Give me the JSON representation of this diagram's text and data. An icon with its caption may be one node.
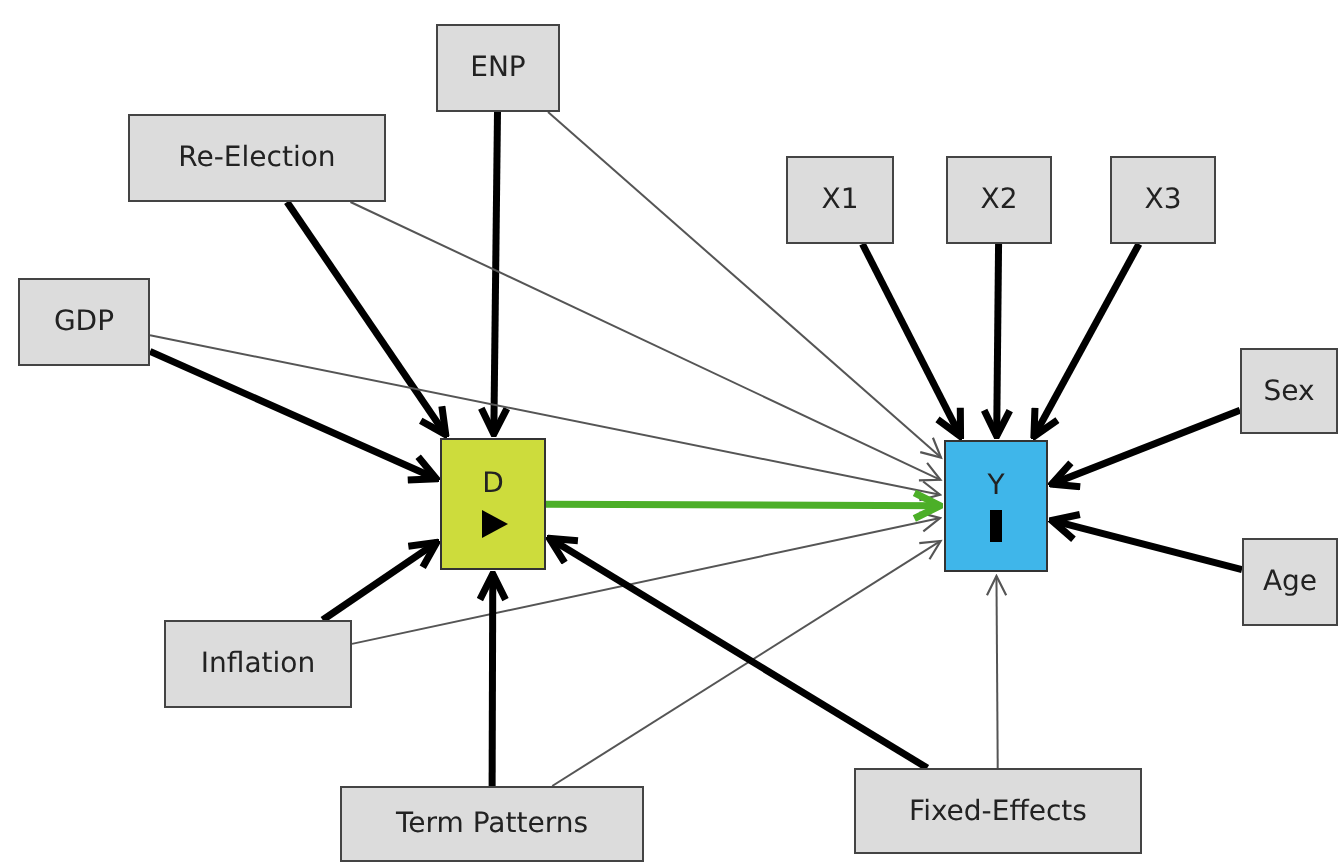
{
  "diagram": {
    "nodes": [
      {
        "text": [
          "ENP"
        ]
      },
      {
        "text": [
          "Re-Election"
        ]
      },
      {
        "text": [
          "GDP"
        ]
      },
      {
        "text": [
          "D"
        ]
      },
      {
        "text": [
          "Inflation"
        ]
      },
      {
        "text": [
          "Term Patterns"
        ]
      },
      {
        "text": [
          "X1"
        ]
      },
      {
        "text": [
          "X2"
        ]
      },
      {
        "text": [
          "X3"
        ]
      },
      {
        "text": [
          "Y"
        ]
      },
      {
        "text": [
          "Sex"
        ]
      },
      {
        "text": [
          "Age"
        ]
      },
      {
        "text": [
          "Fixed-Effects"
        ]
      }
    ],
    "edges": [
      {
        "from": 0,
        "to": 3,
        "arrow": "to"
      },
      {
        "from": 0,
        "to": 9,
        "arrow": "to",
        "color": "#555555"
      },
      {
        "from": 1,
        "to": 3,
        "arrow": "to"
      },
      {
        "from": 1,
        "to": 9,
        "arrow": "to",
        "color": "#555555"
      },
      {
        "from": 2,
        "to": 3,
        "arrow": "to"
      },
      {
        "from": 2,
        "to": 9,
        "arrow": "to",
        "color": "#555555"
      },
      {
        "from": 4,
        "to": 3,
        "arrow": "to"
      },
      {
        "from": 4,
        "to": 9,
        "arrow": "to",
        "color": "#555555"
      },
      {
        "from": 5,
        "to": 3,
        "arrow": "to"
      },
      {
        "from": 5,
        "to": 9,
        "arrow": "to",
        "color": "#555555"
      },
      {
        "from": 12,
        "to": 3,
        "arrow": "to"
      },
      {
        "from": 12,
        "to": 9,
        "arrow": "to",
        "color": "#555555"
      },
      {
        "from": 3,
        "to": 9,
        "arrow": "to",
        "color": "#4caf28"
      },
      {
        "from": 6,
        "to": 9,
        "arrow": "to"
      },
      {
        "from": 7,
        "to": 9,
        "arrow": "to"
      },
      {
        "from": 8,
        "to": 9,
        "arrow": "to"
      },
      {
        "from": 10,
        "to": 9,
        "arrow": "to"
      },
      {
        "from": 11,
        "to": 9,
        "arrow": "to"
      }
    ]
  }
}
